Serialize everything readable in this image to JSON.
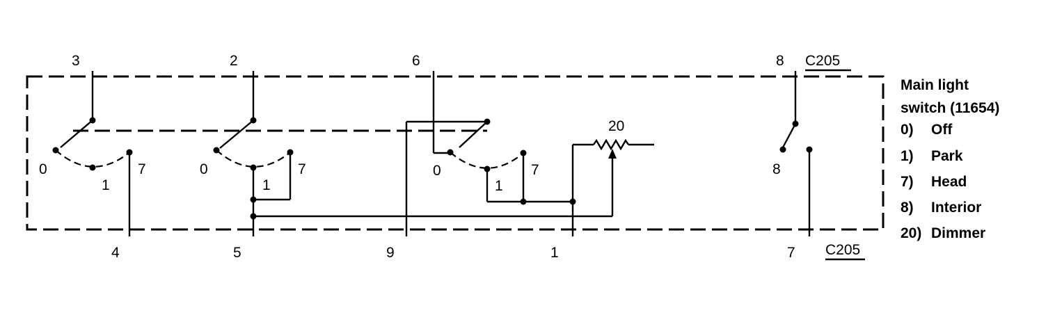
{
  "connector_top": "C205",
  "connector_bottom": "C205",
  "top_pins": [
    "3",
    "2",
    "6",
    "8"
  ],
  "bottom_pins": [
    "4",
    "5",
    "9",
    "1",
    "7"
  ],
  "switch_positions": {
    "sw1": {
      "left": "0",
      "mid": "1",
      "right": "7"
    },
    "sw2": {
      "left": "0",
      "mid": "1",
      "right": "7"
    },
    "sw3": {
      "left": "0",
      "mid": "1",
      "right": "7"
    },
    "interior": "8"
  },
  "dimmer_label": "20",
  "legend": {
    "title_line1": "Main light",
    "title_line2": "switch (11654)",
    "items": [
      {
        "code": "0)",
        "name": "Off"
      },
      {
        "code": "1)",
        "name": "Park"
      },
      {
        "code": "7)",
        "name": "Head"
      },
      {
        "code": "8)",
        "name": "Interior"
      },
      {
        "code": "20)",
        "name": "Dimmer"
      }
    ]
  }
}
